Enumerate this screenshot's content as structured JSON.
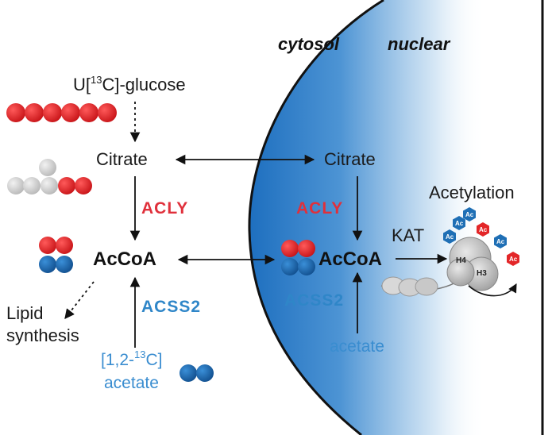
{
  "labels": {
    "cytosol": "cytosol",
    "nuclear": "nuclear",
    "glucose": "U[13C]-glucose",
    "citrate_cyto": "Citrate",
    "citrate_nuc": "Citrate",
    "acly_cyto": "ACLY",
    "acly_nuc": "ACLY",
    "acoa_cyto": "AcCoA",
    "acoa_nuc": "AcCoA",
    "acss2_cyto": "ACSS2",
    "acss2_nuc": "ACSS2",
    "lipid": "Lipid",
    "synthesis": "synthesis",
    "acetate_tracer": "[1,2-13C]",
    "acetate_cyto": "acetate",
    "acetate_nuc": "acetate",
    "kat": "KAT",
    "acetylation": "Acetylation",
    "h4": "H4",
    "h3": "H3",
    "ac": "Ac"
  },
  "colors": {
    "red": "#e32628",
    "blue": "#1f6fb5",
    "grey": "#d6d6d6",
    "nucleus_gradient": "#1e6fbf"
  }
}
